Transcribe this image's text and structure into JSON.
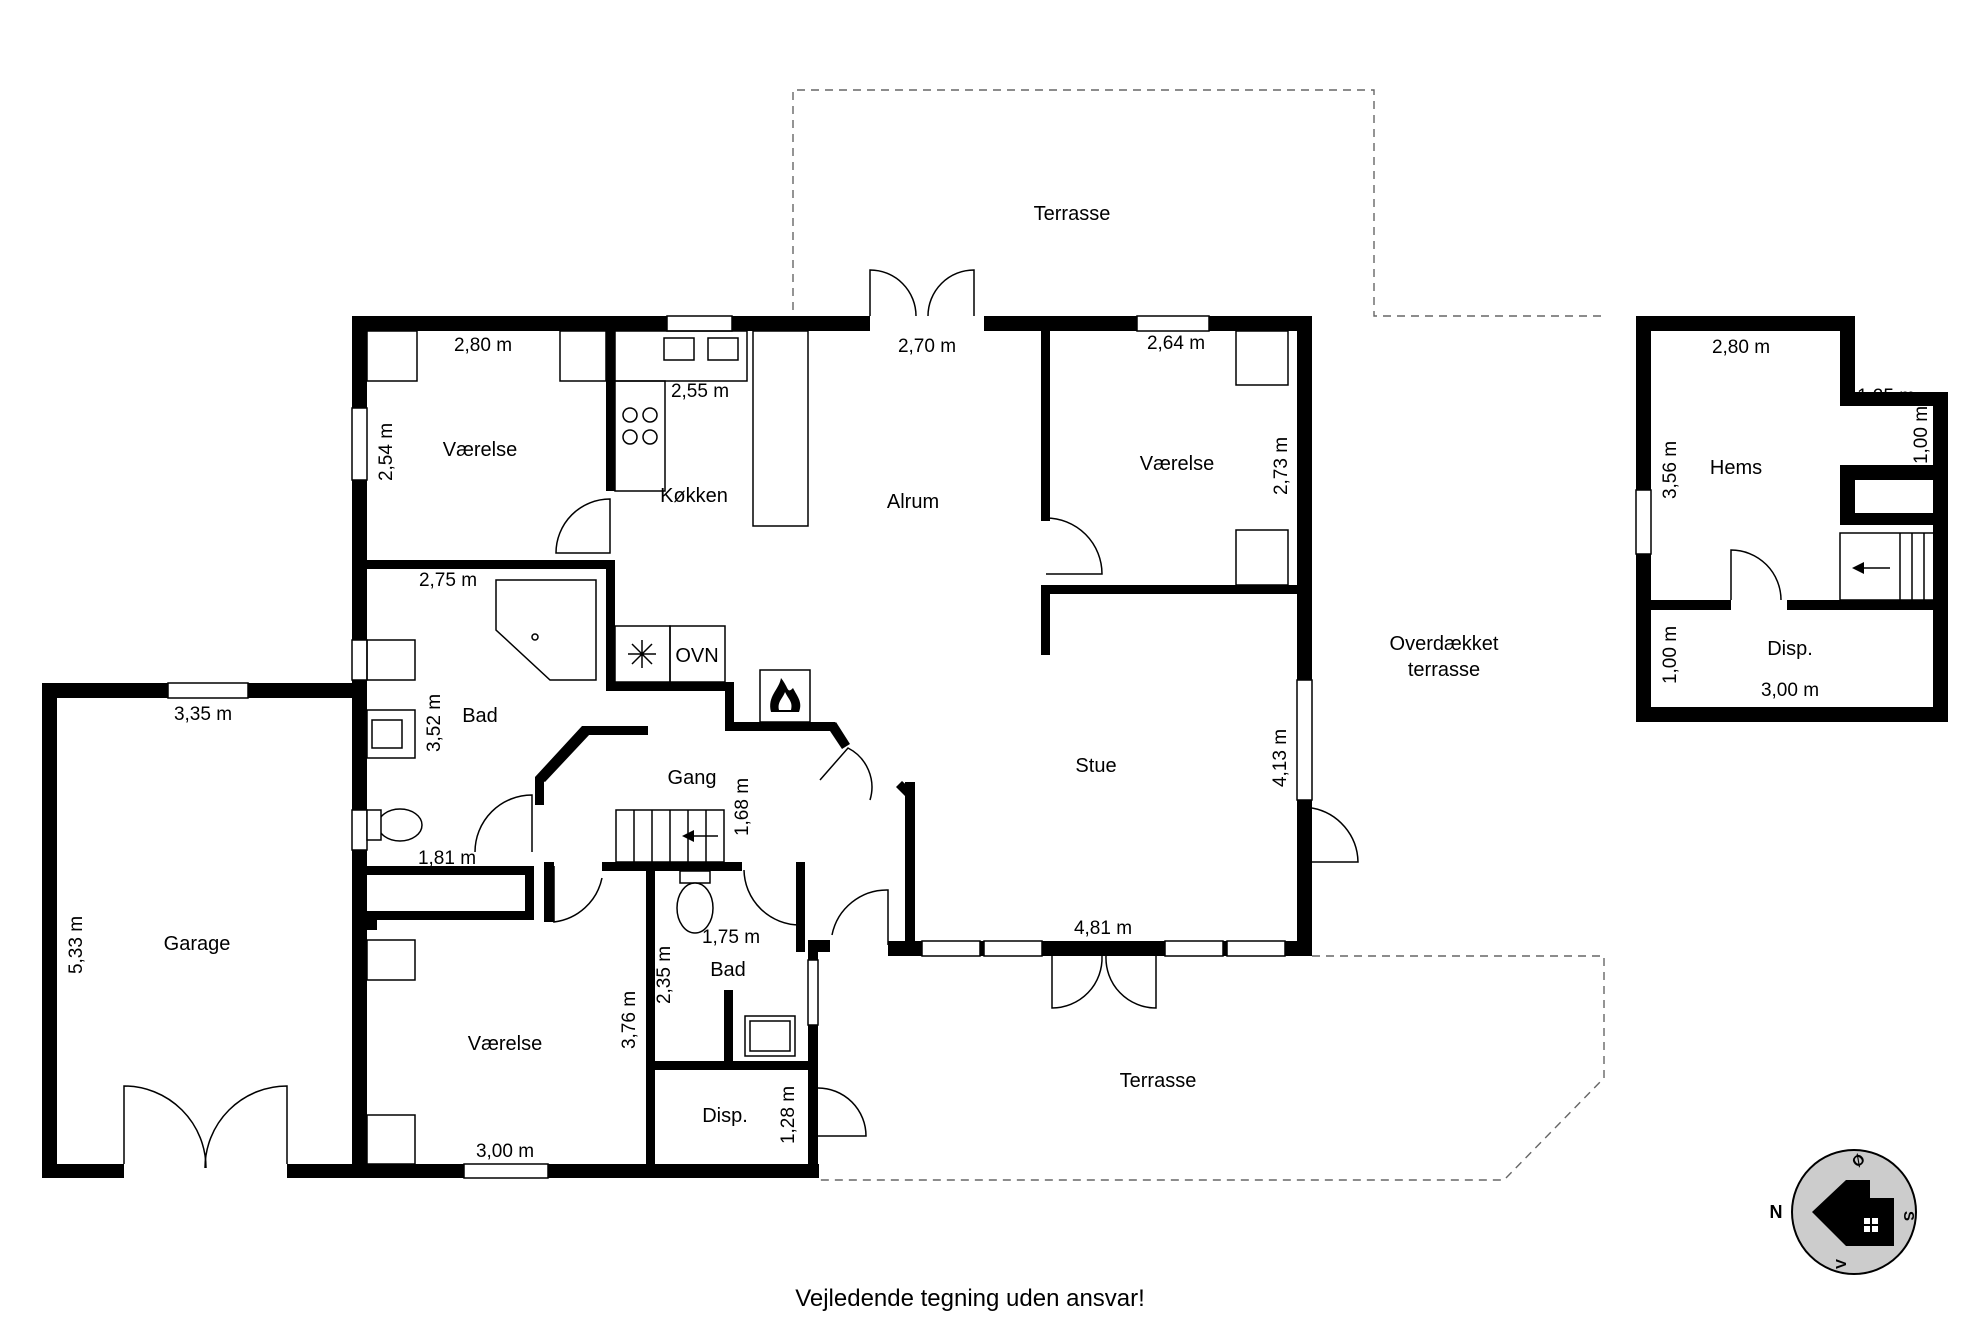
{
  "rooms": {
    "terrasse_top": "Terrasse",
    "vaerelse_nw": "Værelse",
    "koekken": "Køkken",
    "alrum": "Alrum",
    "vaerelse_ne": "Værelse",
    "bad_main": "Bad",
    "ovn": "OVN",
    "gang": "Gang",
    "stue": "Stue",
    "overdaekket_1": "Overdækket",
    "overdaekket_2": "terrasse",
    "garage": "Garage",
    "vaerelse_sw": "Værelse",
    "bad_small": "Bad",
    "disp_small": "Disp.",
    "terrasse_bottom": "Terrasse",
    "hems": "Hems",
    "disp_hems": "Disp."
  },
  "dimensions": {
    "d_280_nw": "2,80 m",
    "d_254": "2,54 m",
    "d_255": "2,55 m",
    "d_270": "2,70 m",
    "d_264": "2,64 m",
    "d_273": "2,73 m",
    "d_275": "2,75 m",
    "d_352": "3,52 m",
    "d_335": "3,35 m",
    "d_181": "1,81 m",
    "d_168": "1,68 m",
    "d_413": "4,13 m",
    "d_533": "5,33 m",
    "d_175": "1,75 m",
    "d_235": "2,35 m",
    "d_376": "3,76 m",
    "d_481": "4,81 m",
    "d_128": "1,28 m",
    "d_300_sw": "3,00 m",
    "d_280_hems": "2,80 m",
    "d_125": "1,25 m",
    "d_100_hems": "1,00 m",
    "d_356": "3,56 m",
    "d_100_disp": "1,00 m",
    "d_300_disp": "3,00 m"
  },
  "compass": {
    "n": "N",
    "o": "Ø",
    "s": "S",
    "v": "V",
    "icon": "compass-house-icon"
  },
  "footer": "Vejledende tegning uden ansvar!",
  "colors": {
    "wall": "#000000",
    "background": "#ffffff",
    "compass_fill": "#cccccc",
    "dash": "#666666"
  }
}
